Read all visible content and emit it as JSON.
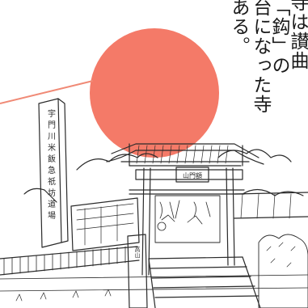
{
  "accent_colors": {
    "sun": "#f47a68",
    "line": "#f08a76",
    "ink": "#2a2a2a"
  },
  "text_lines": [
    "寺は讃曲",
    "「鈎」の",
    "台になった寺",
    "ある。"
  ],
  "signs": {
    "stone_pillar": "宇門川米飯急祇坊道場",
    "gate_plaque": "山門額",
    "side_post": "高山"
  }
}
